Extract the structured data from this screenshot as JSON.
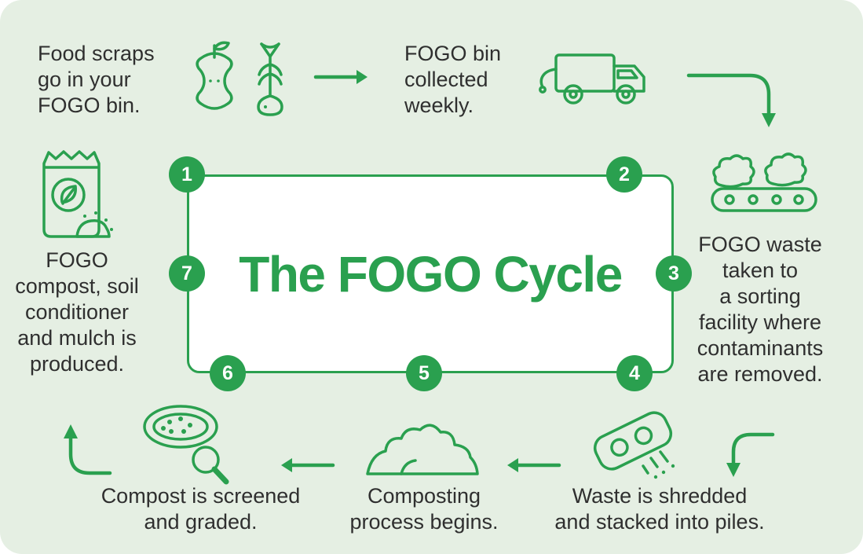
{
  "title": "The FOGO Cycle",
  "colors": {
    "background": "#e5efe3",
    "accent_green": "#2aa04f",
    "text_ink": "#2f2f2f",
    "card_white": "#ffffff"
  },
  "steps": [
    {
      "number": "1",
      "icon": "food-scraps-icon",
      "label": "Food scraps\ngo in your\nFOGO bin."
    },
    {
      "number": "2",
      "icon": "garbage-truck-icon",
      "label": "FOGO bin\ncollected\nweekly."
    },
    {
      "number": "3",
      "icon": "sorting-conveyor-icon",
      "label": "FOGO waste\ntaken to\na sorting\nfacility where\ncontaminants\nare removed."
    },
    {
      "number": "4",
      "icon": "shredder-icon",
      "label": "Waste is shredded\nand stacked into piles."
    },
    {
      "number": "5",
      "icon": "compost-pile-icon",
      "label": "Composting\nprocess begins."
    },
    {
      "number": "6",
      "icon": "sieve-magnifier-icon",
      "label": "Compost is screened\nand graded."
    },
    {
      "number": "7",
      "icon": "compost-bag-icon",
      "label": "FOGO\ncompost, soil\nconditioner\nand mulch is\nproduced."
    }
  ]
}
